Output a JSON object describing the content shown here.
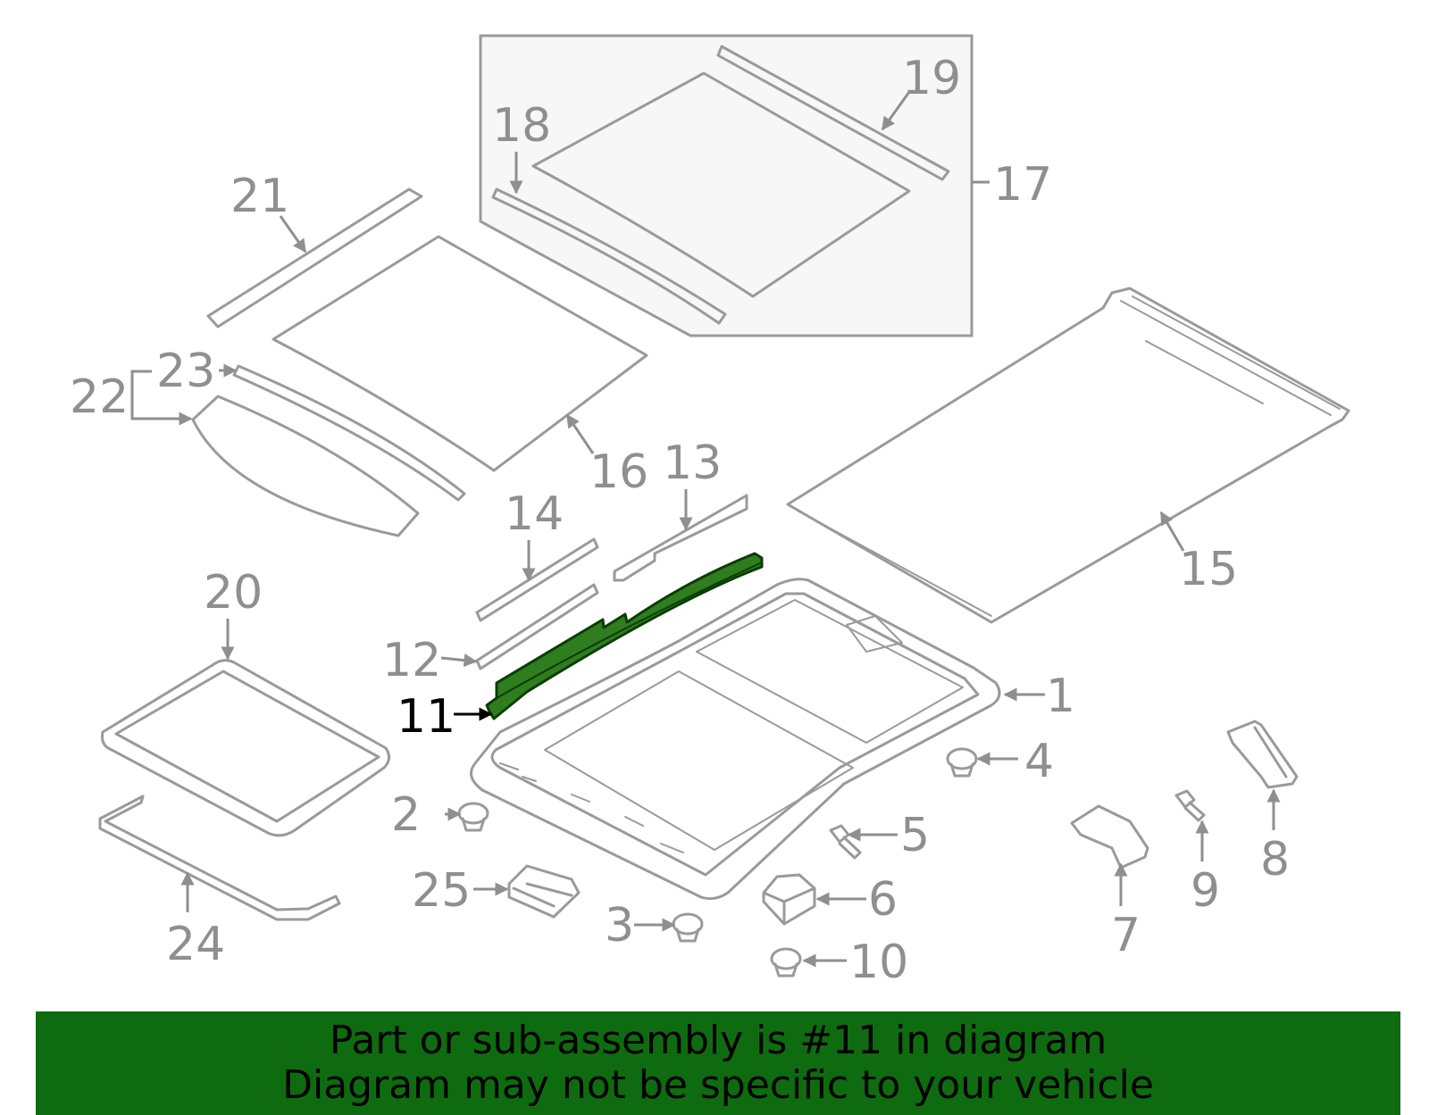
{
  "colors": {
    "part_stroke": "#9a9a9a",
    "callout_text": "#8f8f8f",
    "highlight_fill": "#2f7d1f",
    "highlight_stroke": "#0b3d05",
    "banner_bg": "#0f6b0f",
    "inset_bg": "#f7f7f7"
  },
  "callouts": {
    "c1": "1",
    "c2": "2",
    "c3": "3",
    "c4": "4",
    "c5": "5",
    "c6": "6",
    "c7": "7",
    "c8": "8",
    "c9": "9",
    "c10": "10",
    "c11": "11",
    "c12": "12",
    "c13": "13",
    "c14": "14",
    "c15": "15",
    "c16": "16",
    "c17": "17",
    "c18": "18",
    "c19": "19",
    "c20": "20",
    "c21": "21",
    "c22": "22",
    "c23": "23",
    "c24": "24",
    "c25": "25"
  },
  "highlight": {
    "part_number": "11"
  },
  "banner": {
    "line1": "Part or sub-assembly is #11 in diagram",
    "line2": "Diagram may not be specific to your vehicle"
  }
}
